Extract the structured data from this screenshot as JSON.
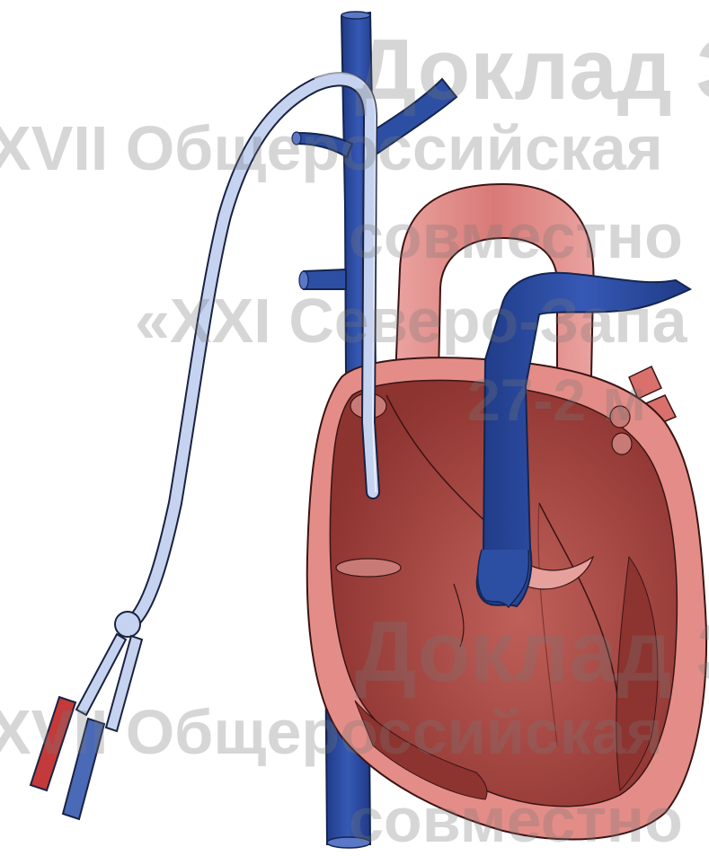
{
  "watermark": {
    "line1": "Доклад З",
    "line2": "XVII Общероссийская",
    "line3": "совместно",
    "line4": "«XXI Северо-Запа",
    "line5": "27-2  м"
  },
  "colors": {
    "vein_blue": "#2d4fa3",
    "vein_dark": "#1f3a86",
    "catheter_light": "#c5d3f0",
    "heart_outer": "#e28a86",
    "heart_inner": "#a9443f",
    "aorta": "#e08f8d",
    "red_lumen": "#c43a3a",
    "blue_lumen": "#4a6ab8"
  }
}
